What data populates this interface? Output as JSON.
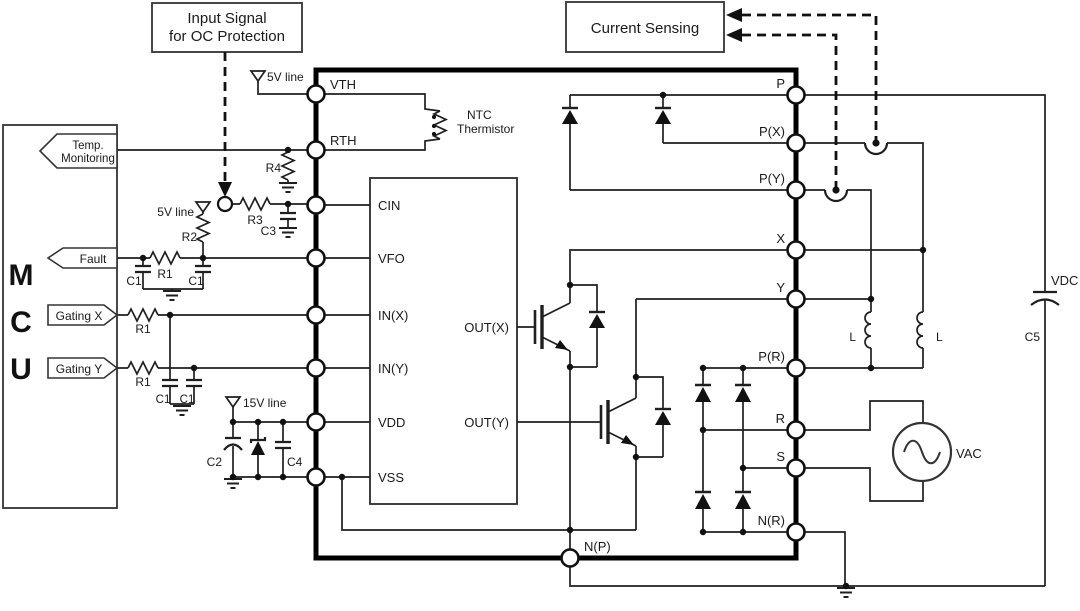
{
  "boxes": {
    "oc1": "Input Signal",
    "oc2": "for OC Protection",
    "cs": "Current Sensing"
  },
  "mcu": {
    "l1": "M",
    "l2": "C",
    "l3": "U",
    "temp1": "Temp.",
    "temp2": "Monitoring",
    "fault": "Fault",
    "gx": "Gating X",
    "gy": "Gating Y"
  },
  "rails": {
    "v5": "5V line",
    "v15": "15V line"
  },
  "parts": {
    "r1": "R1",
    "r2": "R2",
    "r3": "R3",
    "r4": "R4",
    "c1": "C1",
    "c2": "C2",
    "c3": "C3",
    "c4": "C4",
    "c5": "C5",
    "l": "L",
    "vdc": "VDC",
    "vac": "VAC",
    "ntc1": "NTC",
    "ntc2": "Thermistor"
  },
  "pins": {
    "vth": "VTH",
    "rth": "RTH",
    "cin": "CIN",
    "vfo": "VFO",
    "inx": "IN(X)",
    "iny": "IN(Y)",
    "vdd": "VDD",
    "vss": "VSS",
    "outx": "OUT(X)",
    "outy": "OUT(Y)",
    "p": "P",
    "px": "P(X)",
    "py": "P(Y)",
    "x": "X",
    "y": "Y",
    "pr": "P(R)",
    "r": "R",
    "s": "S",
    "nr": "N(R)",
    "np": "N(P)"
  },
  "colors": {
    "line": "#1f1f1f",
    "module_border": "#000000"
  }
}
